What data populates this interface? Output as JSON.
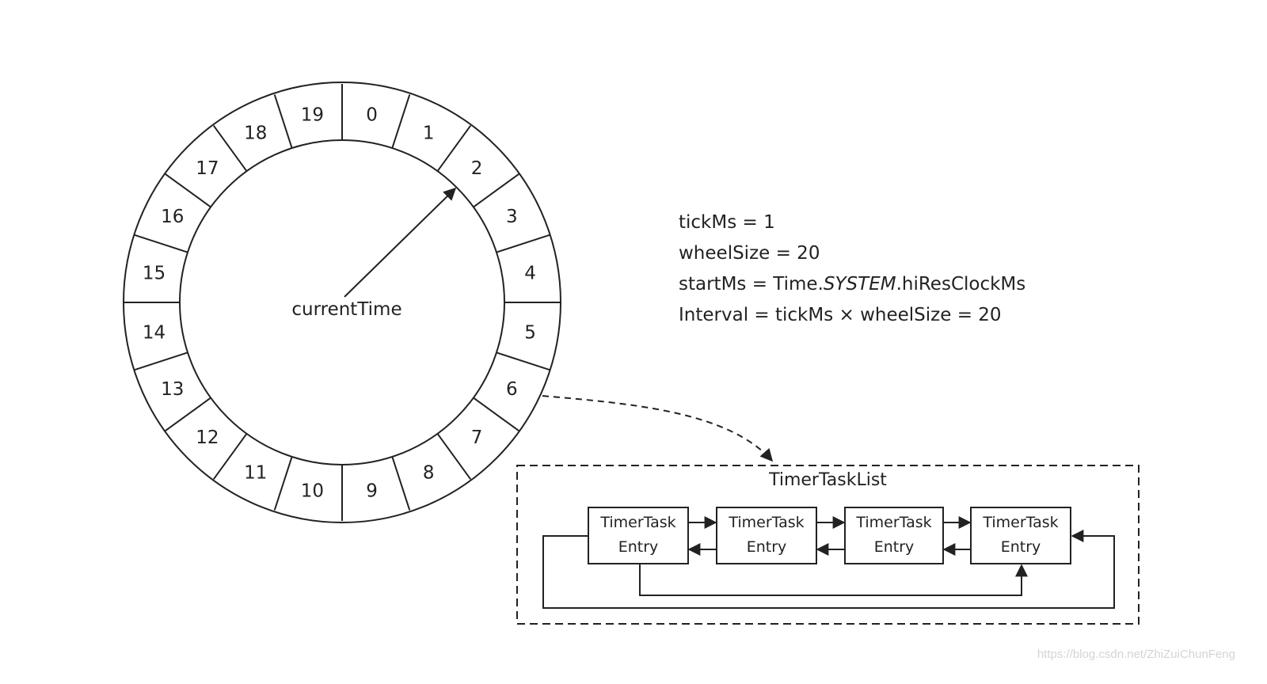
{
  "wheel": {
    "slots": [
      "0",
      "1",
      "2",
      "3",
      "4",
      "5",
      "6",
      "7",
      "8",
      "9",
      "10",
      "11",
      "12",
      "13",
      "14",
      "15",
      "16",
      "17",
      "18",
      "19"
    ],
    "center_label": "currentTime",
    "pointer_slot": 2,
    "linked_slot": 6
  },
  "params": {
    "tick": "tickMs = 1",
    "wheel_size": "wheelSize = 20",
    "start_prefix": "startMs = Time.",
    "start_italic": "SYSTEM",
    "start_suffix": ".hiResClockMs",
    "interval_prefix": "Interval = tickMs ",
    "interval_times": "×",
    "interval_suffix": " wheelSize = 20"
  },
  "task_list": {
    "title": "TimerTaskList",
    "entries": [
      {
        "line1": "TimerTask",
        "line2": "Entry"
      },
      {
        "line1": "TimerTask",
        "line2": "Entry"
      },
      {
        "line1": "TimerTask",
        "line2": "Entry"
      },
      {
        "line1": "TimerTask",
        "line2": "Entry"
      }
    ]
  },
  "watermark": "https://blog.csdn.net/ZhiZuiChunFeng",
  "colors": {
    "line": "#222222",
    "watermark": "#d4d4d4"
  }
}
